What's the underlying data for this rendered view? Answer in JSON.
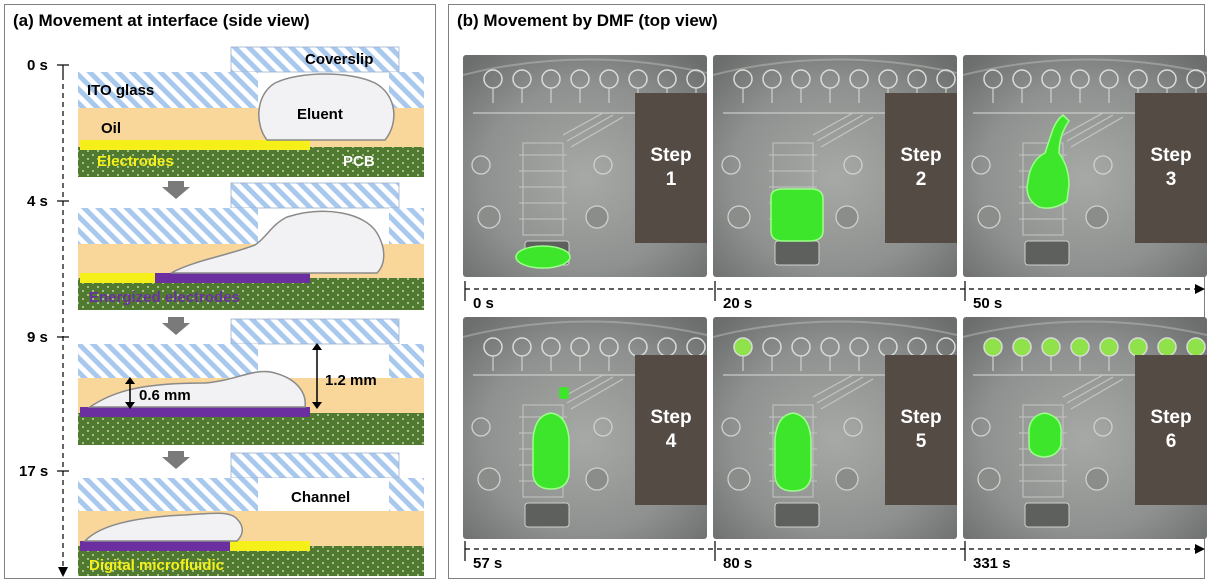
{
  "panel_a": {
    "title": "(a) Movement at interface (side view)",
    "times": [
      "0 s",
      "4 s",
      "9 s",
      "17 s"
    ],
    "labels": {
      "coverslip": "Coverslip",
      "ito_glass": "ITO glass",
      "eluent": "Eluent",
      "oil": "Oil",
      "electrodes": "Electrodes",
      "pcb": "PCB",
      "energized_electrodes": "Energized electrodes",
      "dim_small": "0.6 mm",
      "dim_large": "1.2 mm",
      "channel": "Channel",
      "digital_microfluidic": "Digital microfluidic"
    }
  },
  "panel_b": {
    "title": "(b) Movement by DMF (top view)",
    "steps": [
      {
        "line1": "Step",
        "line2": "1",
        "time": "0 s"
      },
      {
        "line1": "Step",
        "line2": "2",
        "time": "20 s"
      },
      {
        "line1": "Step",
        "line2": "3",
        "time": "50 s"
      },
      {
        "line1": "Step",
        "line2": "4",
        "time": "57 s"
      },
      {
        "line1": "Step",
        "line2": "5",
        "time": "80 s"
      },
      {
        "line1": "Step",
        "line2": "6",
        "time": "331 s"
      }
    ]
  },
  "colors": {
    "oil": "#f9d79b",
    "pcb": "#4f7a2f",
    "electrode_off": "#f6f01a",
    "electrode_on": "#6b2fa0",
    "glass_stripe": "#a9c8ee",
    "droplet_green": "#3ee62b",
    "step_box": "#544b44"
  }
}
